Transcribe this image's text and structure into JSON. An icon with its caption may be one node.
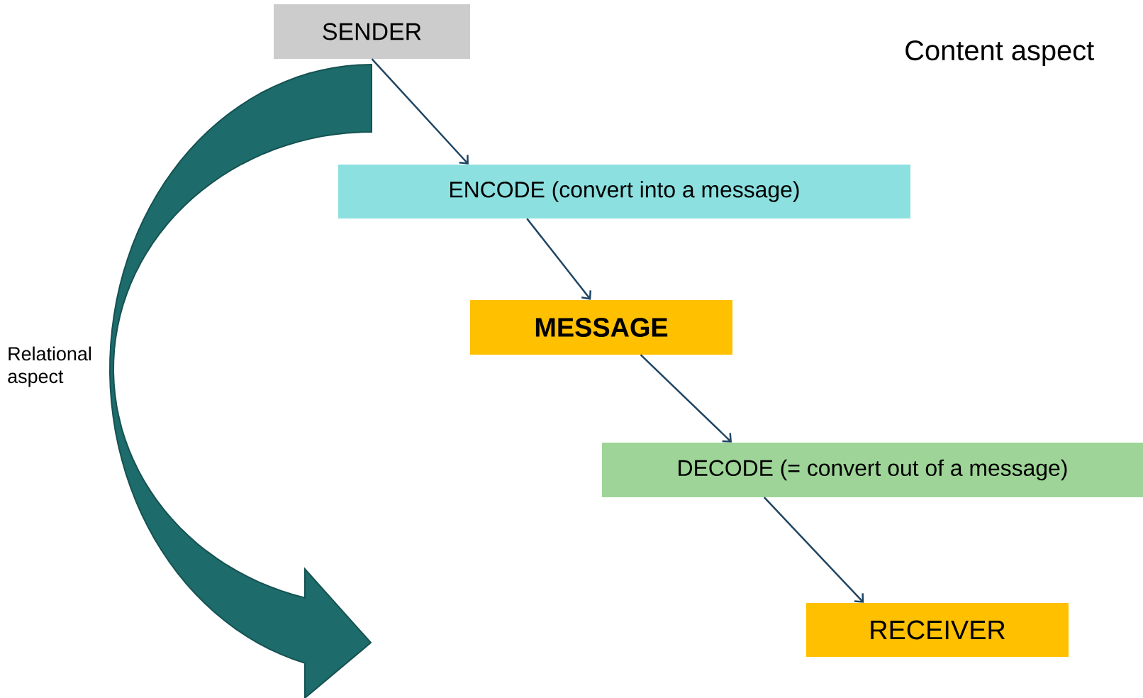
{
  "diagram": {
    "nodes": [
      {
        "text": [
          "SENDER"
        ]
      },
      {
        "text": [
          "ENCODE  (convert into  a message)"
        ]
      },
      {
        "text": [
          "MESSAGE"
        ]
      },
      {
        "text": [
          "DECODE  (= convert out of a message)"
        ]
      },
      {
        "text": [
          "RECEIVER"
        ]
      }
    ],
    "edges": [
      {
        "from": 0,
        "to": 1,
        "arrow": "to"
      },
      {
        "from": 1,
        "to": 2,
        "arrow": "to"
      },
      {
        "from": 2,
        "to": 3,
        "arrow": "to"
      },
      {
        "from": 3,
        "to": 4,
        "arrow": "to"
      }
    ],
    "labels": [
      "Content aspect",
      "Relational aspect"
    ]
  }
}
